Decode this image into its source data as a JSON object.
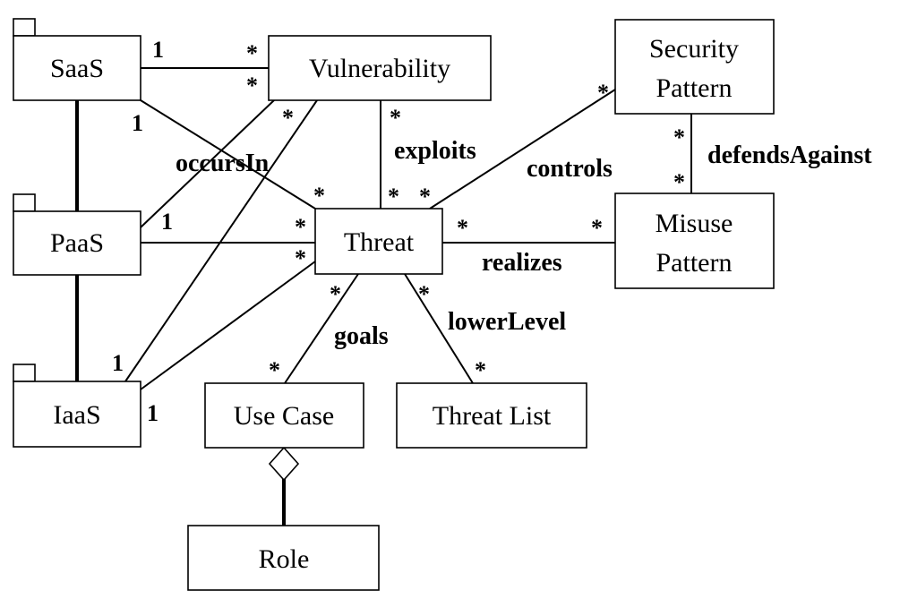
{
  "nodes": {
    "saas": "SaaS",
    "paas": "PaaS",
    "iaas": "IaaS",
    "vulnerability": "Vulnerability",
    "threat": "Threat",
    "security_pattern_line1": "Security",
    "security_pattern_line2": "Pattern",
    "misuse_pattern_line1": "Misuse",
    "misuse_pattern_line2": "Pattern",
    "use_case": "Use Case",
    "threat_list": "Threat List",
    "role": "Role"
  },
  "associations": {
    "occurs_in": "occursIn",
    "exploits": "exploits",
    "controls": "controls",
    "defends_against": "defendsAgainst",
    "realizes": "realizes",
    "goals": "goals",
    "lower_level": "lowerLevel"
  },
  "multiplicities": {
    "saas_vuln_one": "1",
    "saas_vuln_many": "*",
    "paas_vuln_many": "*",
    "iaas_vuln_many": "*",
    "saas_threat_one": "1",
    "saas_threat_many": "*",
    "paas_threat_one": "1",
    "paas_threat_many": "*",
    "iaas_vuln_one": "1",
    "iaas_threat_one": "1",
    "iaas_threat_many": "*",
    "vuln_threat_top": "*",
    "vuln_threat_bottom": "*",
    "threat_security": "*",
    "security_end": "*",
    "security_misuse_top": "*",
    "security_misuse_bottom": "*",
    "threat_misuse_left": "*",
    "threat_misuse_right": "*",
    "threat_usecase_top": "*",
    "threat_usecase_bottom": "*",
    "threat_list_top": "*",
    "threat_list_bottom": "*"
  }
}
